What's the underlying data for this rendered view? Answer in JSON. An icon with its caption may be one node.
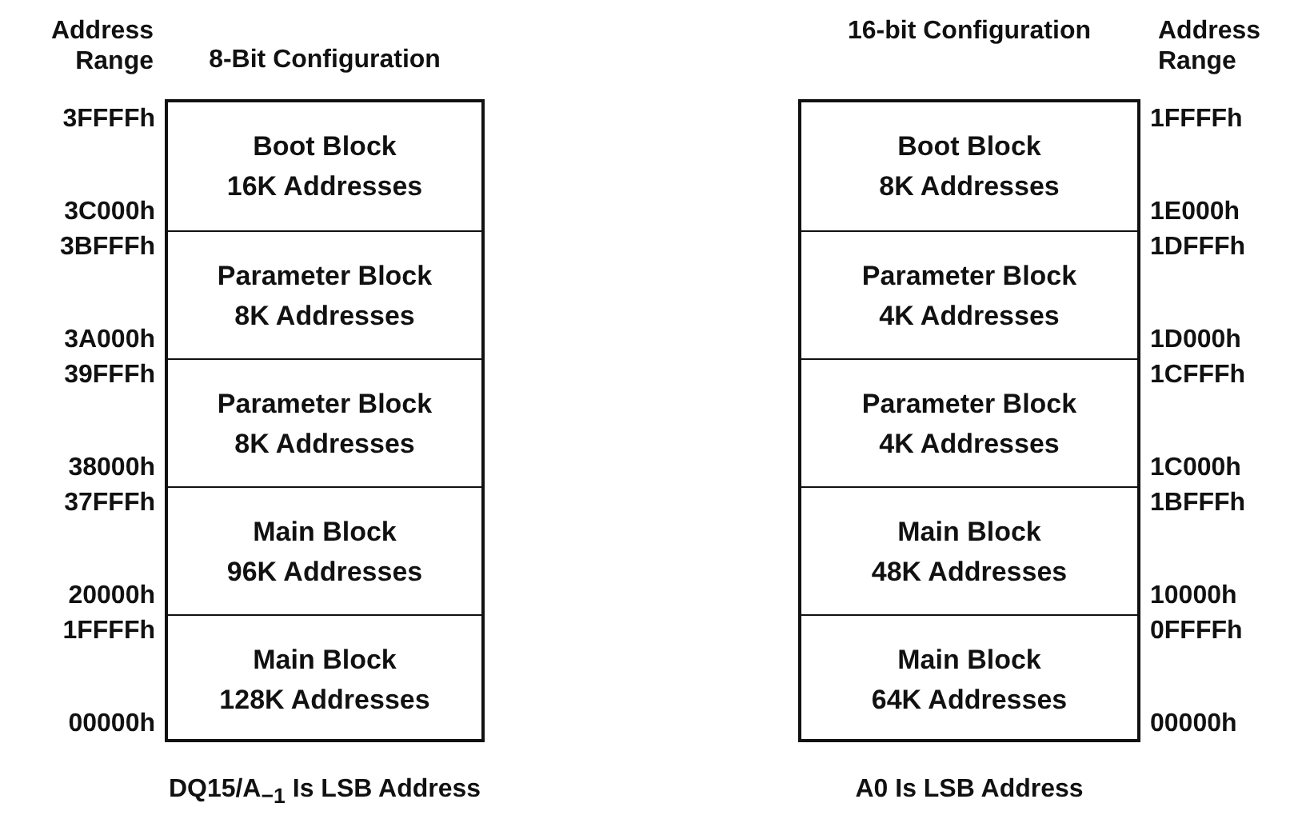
{
  "diagram": {
    "nodes": [
      {
        "text": [
          "8-Bit Configuration"
        ]
      },
      {
        "text": [
          "Boot Block",
          "16K Addresses"
        ],
        "in": 0
      },
      {
        "text": [
          "Parameter Block",
          "8K Addresses"
        ],
        "in": 0
      },
      {
        "text": [
          "Parameter Block",
          "8K Addresses"
        ],
        "in": 0
      },
      {
        "text": [
          "Main Block",
          "96K Addresses"
        ],
        "in": 0
      },
      {
        "text": [
          "Main Block",
          "128K Addresses"
        ],
        "in": 0
      },
      {
        "text": [
          "16-bit Configuration"
        ]
      },
      {
        "text": [
          "Boot Block",
          "8K Addresses"
        ],
        "in": 6
      },
      {
        "text": [
          "Parameter Block",
          "4K Addresses"
        ],
        "in": 6
      },
      {
        "text": [
          "Parameter Block",
          "4K Addresses"
        ],
        "in": 6
      },
      {
        "text": [
          "Main Block",
          "48K Addresses"
        ],
        "in": 6
      },
      {
        "text": [
          "Main Block",
          "64K Addresses"
        ],
        "in": 6
      }
    ],
    "edges": [],
    "labels": [
      "Address Range",
      "3FFFFh",
      "3C000h",
      "3BFFFh",
      "3A000h",
      "39FFFh",
      "38000h",
      "37FFFh",
      "20000h",
      "1FFFFh",
      "00000h",
      "DQ15/A$_{−1}$ Is LSB Address",
      "Address Range",
      "1FFFFh",
      "1E000h",
      "1DFFFh",
      "1D000h",
      "1CFFFh",
      "1C000h",
      "1BFFFh",
      "10000h",
      "0FFFFh",
      "00000h",
      "A0 Is LSB Address"
    ]
  }
}
